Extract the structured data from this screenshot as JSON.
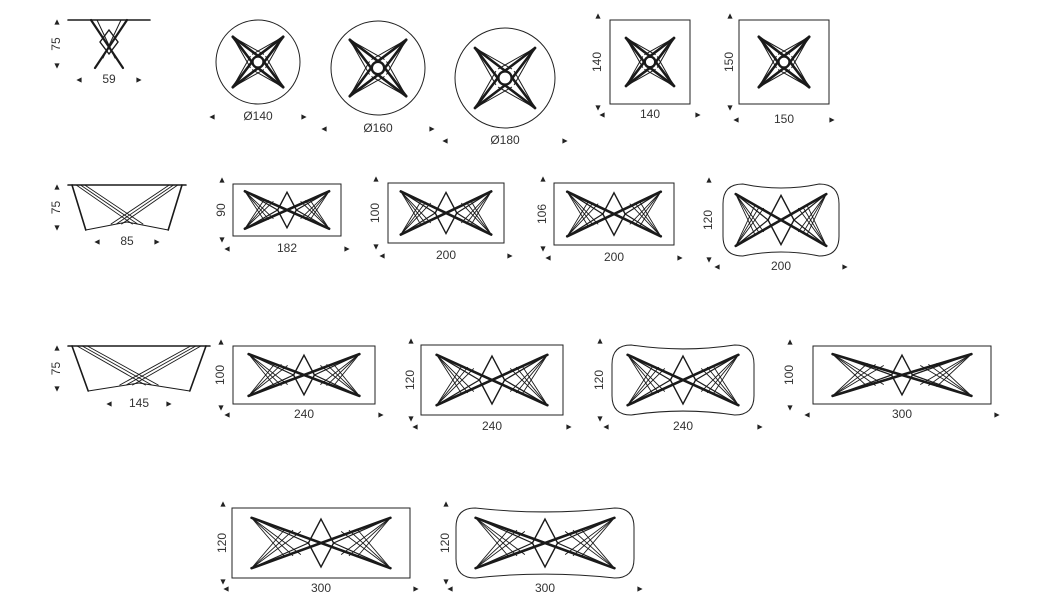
{
  "colors": {
    "line": "#1a1a1a",
    "outline": "#222222",
    "text": "#333333",
    "arrow": "#222222"
  },
  "rows": [
    {
      "side_view": {
        "height_label": "75",
        "width_label": "59"
      },
      "tops": [
        {
          "shape": "circle",
          "width_label": "Ø140",
          "height_label": ""
        },
        {
          "shape": "circle",
          "width_label": "Ø160",
          "height_label": ""
        },
        {
          "shape": "circle",
          "width_label": "Ø180",
          "height_label": ""
        },
        {
          "shape": "square",
          "width_label": "140",
          "height_label": "140"
        },
        {
          "shape": "square",
          "width_label": "150",
          "height_label": "150"
        }
      ]
    },
    {
      "side_view": {
        "height_label": "75",
        "width_label": "85"
      },
      "tops": [
        {
          "shape": "rectangle",
          "width_label": "182",
          "height_label": "90"
        },
        {
          "shape": "rectangle",
          "width_label": "200",
          "height_label": "100"
        },
        {
          "shape": "rectangle",
          "width_label": "200",
          "height_label": "106"
        },
        {
          "shape": "barrel",
          "width_label": "200",
          "height_label": "120"
        }
      ]
    },
    {
      "side_view": {
        "height_label": "75",
        "width_label": "145"
      },
      "tops": [
        {
          "shape": "rectangle",
          "width_label": "240",
          "height_label": "100"
        },
        {
          "shape": "rectangle",
          "width_label": "240",
          "height_label": "120"
        },
        {
          "shape": "barrel",
          "width_label": "240",
          "height_label": "120"
        },
        {
          "shape": "rectangle",
          "width_label": "300",
          "height_label": "100"
        }
      ]
    },
    {
      "tops": [
        {
          "shape": "rectangle",
          "width_label": "300",
          "height_label": "120"
        },
        {
          "shape": "barrel",
          "width_label": "300",
          "height_label": "120"
        }
      ]
    }
  ]
}
